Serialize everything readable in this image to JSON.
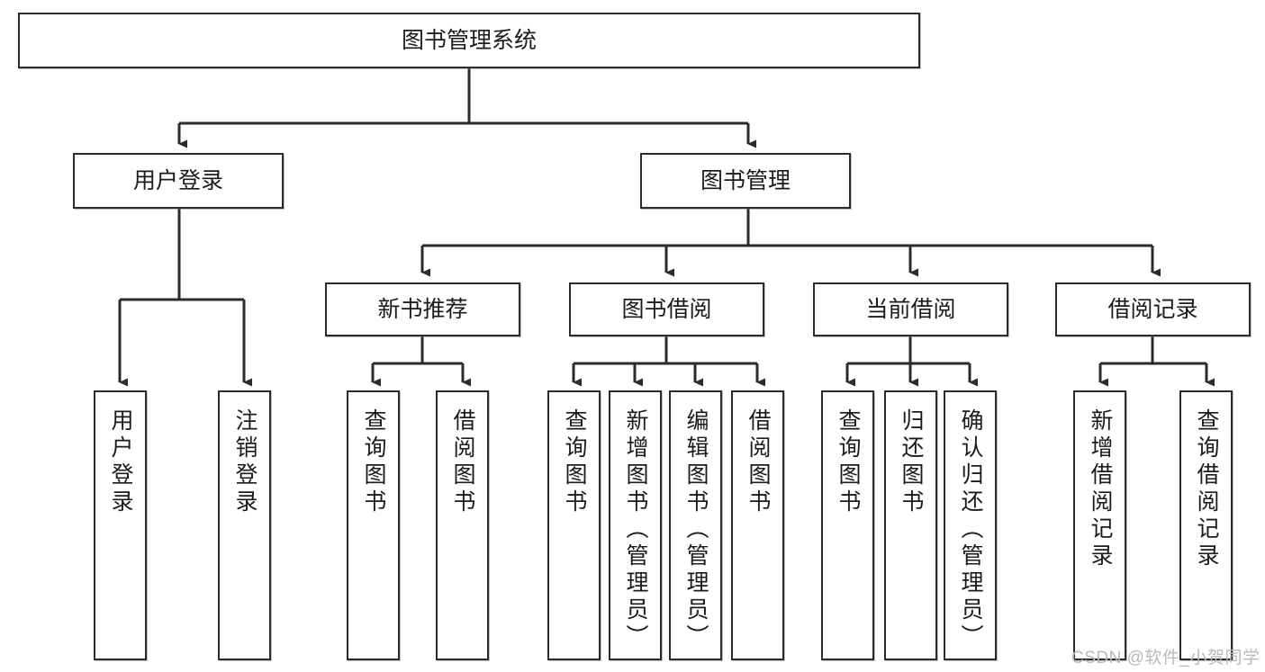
{
  "diagram": {
    "type": "tree-hierarchy",
    "title": "图书管理系统",
    "root": {
      "label": "图书管理系统"
    },
    "level2": [
      {
        "label": "用户登录"
      },
      {
        "label": "图书管理"
      }
    ],
    "level3": [
      {
        "label": "新书推荐"
      },
      {
        "label": "图书借阅"
      },
      {
        "label": "当前借阅"
      },
      {
        "label": "借阅记录"
      }
    ],
    "leaves": [
      {
        "label": "用户登录",
        "parent": "用户登录"
      },
      {
        "label": "注销登录",
        "parent": "用户登录"
      },
      {
        "label": "查询图书",
        "parent": "新书推荐"
      },
      {
        "label": "借阅图书",
        "parent": "新书推荐"
      },
      {
        "label": "查询图书",
        "parent": "图书借阅"
      },
      {
        "label": "新增图书（管理员）",
        "parent": "图书借阅"
      },
      {
        "label": "编辑图书（管理员）",
        "parent": "图书借阅"
      },
      {
        "label": "借阅图书",
        "parent": "图书借阅"
      },
      {
        "label": "查询图书",
        "parent": "当前借阅"
      },
      {
        "label": "归还图书",
        "parent": "当前借阅"
      },
      {
        "label": "确认归还（管理员）",
        "parent": "当前借阅"
      },
      {
        "label": "新增借阅记录",
        "parent": "借阅记录"
      },
      {
        "label": "查询借阅记录",
        "parent": "借阅记录"
      }
    ],
    "colors": {
      "stroke": "#2b2b2b",
      "background": "#ffffff",
      "text": "#1b1b1b",
      "watermark": "#b9b9b9"
    }
  },
  "watermark": {
    "text": "CSDN @软件_小贺同学"
  }
}
